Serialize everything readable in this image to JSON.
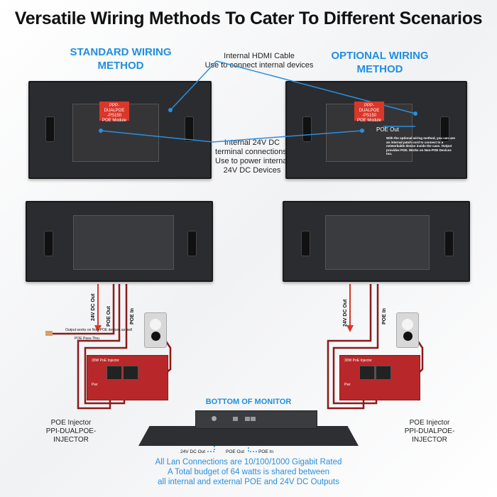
{
  "title": "Versatile Wiring Methods To Cater To Different Scenarios",
  "standard": {
    "heading_line1": "STANDARD WIRING",
    "heading_line2": "METHOD"
  },
  "optional": {
    "heading_line1": "OPTIONAL WIRING",
    "heading_line2": "METHOD",
    "poe_out": "POE Out",
    "note": "With the optional wiring method, you can use an internal patch cord to connect to a networkable device inside the case. Output provides POE. Works on Non-POE Devices too."
  },
  "callouts": {
    "hdmi_line1": "Internal HDMI Cable",
    "hdmi_line2": "Use to connect internal devices",
    "dc_line1": "Internal 24V DC",
    "dc_line2": "terminal connections.",
    "dc_line3": "Use to power internal",
    "dc_line4": "24V DC Devices"
  },
  "module": {
    "line1": "PPP-DUALPOE",
    "line2": "-PS150",
    "line3": "POE Module"
  },
  "wiring": {
    "dc_out": "24V DC Out",
    "poe_out": "POE Out",
    "poe_in": "POE In",
    "non_poe_note": "Output works on Non-POE devices as well",
    "passthru": "POE Pass-Thru",
    "injector_brand": "30W PoE Injector",
    "pwr": "Pwr"
  },
  "injector": {
    "line1": "POE Injector",
    "line2": "PPI-DUALPOE-INJECTOR"
  },
  "bottom": {
    "heading": "BOTTOM OF MONITOR",
    "dc_out": "24V DC Out",
    "poe_out": "POE Out",
    "poe_in": "POE In"
  },
  "footer": {
    "line1": "All Lan Connections are 10/100/1000 Gigabit Rated",
    "line2": "A Total budget of 64 watts is shared between",
    "line3": "all internal and external POE and 24V DC Outputs"
  },
  "colors": {
    "accent": "#1f8fe0",
    "wire": "#8b1a1a",
    "module": "#d9372a"
  }
}
